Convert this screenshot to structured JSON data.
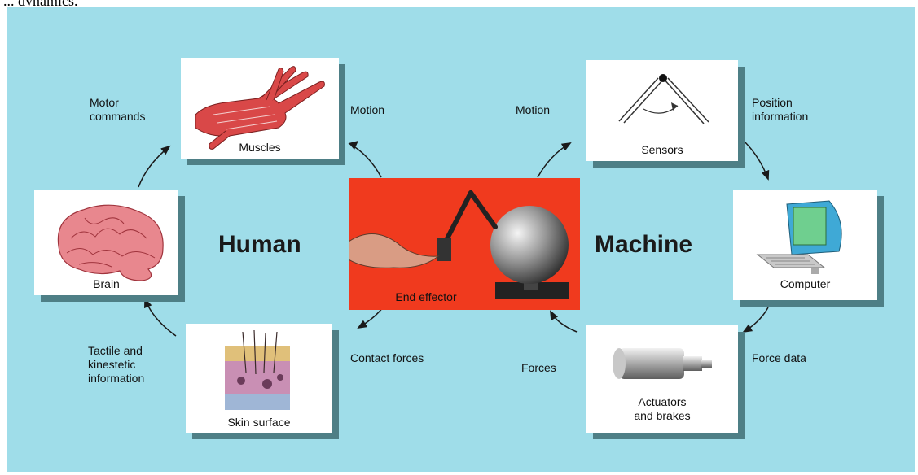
{
  "caption": "... dynamics.",
  "diagram": {
    "human_label": "Human",
    "machine_label": "Machine",
    "center_label": "End effector",
    "cards": {
      "muscles": "Muscles",
      "brain": "Brain",
      "skin": "Skin surface",
      "sensors": "Sensors",
      "computer": "Computer",
      "actuators": "Actuators\nand brakes"
    },
    "flows": {
      "motor_commands": "Motor\ncommands",
      "motion_left": "Motion",
      "tactile": "Tactile and\nkinestetic\ninformation",
      "contact_forces": "Contact forces",
      "motion_right": "Motion",
      "position_info": "Position\ninformation",
      "forces": "Forces",
      "force_data": "Force data"
    }
  },
  "colors": {
    "background": "#9fdde9",
    "card_shadow": "#4e7f86",
    "center_panel": "#f03a1e",
    "arrow": "#1a1a1a"
  }
}
